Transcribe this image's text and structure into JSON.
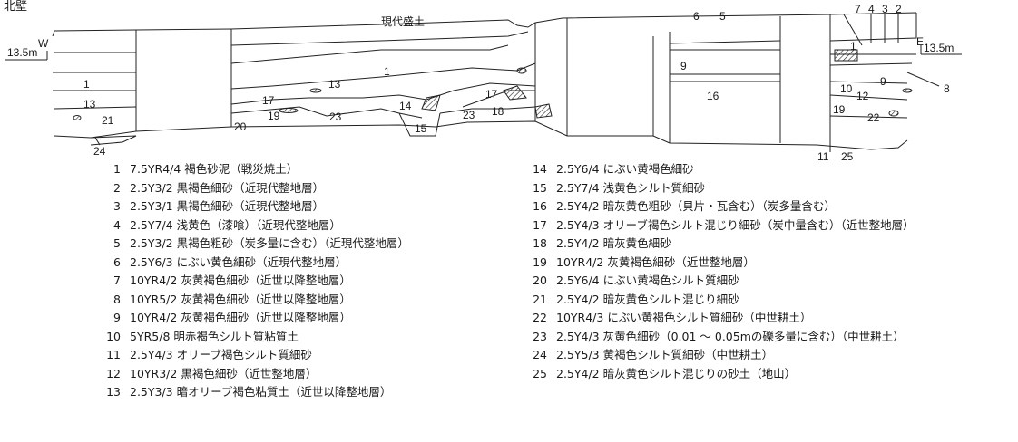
{
  "corner_label": "北壁",
  "section": {
    "west_label": "W",
    "east_label": "E",
    "elev_left": "13.5m",
    "elev_right": "13.5m",
    "top_label": "現代盛土",
    "layer_numbers": {
      "n1a": "1",
      "n1b": "1",
      "n1c": "1",
      "n13a": "13",
      "n13b": "13",
      "n21": "21",
      "n24": "24",
      "n20": "20",
      "n19a": "19",
      "n17a": "17",
      "n23a": "23",
      "n14": "14",
      "n15": "15",
      "n17b": "17",
      "n18": "18",
      "n23b": "23",
      "n6": "6",
      "n5": "5",
      "n9a": "9",
      "n16": "16",
      "n7": "7",
      "n4": "4",
      "n3": "3",
      "n2": "2",
      "n9b": "9",
      "n10": "10",
      "n12": "12",
      "n8": "8",
      "n19b": "19",
      "n22": "22",
      "n11": "11",
      "n25": "25"
    }
  },
  "legend_left": [
    {
      "no": "1",
      "text": "7.5YR4/4 褐色砂泥（戦災焼土）"
    },
    {
      "no": "2",
      "text": "2.5Y3/2 黒褐色細砂（近現代整地層）"
    },
    {
      "no": "3",
      "text": "2.5Y3/1 黒褐色細砂（近現代整地層）"
    },
    {
      "no": "4",
      "text": "2.5Y7/4 浅黄色（漆喰）（近現代整地層）"
    },
    {
      "no": "5",
      "text": "2.5Y3/2 黒褐色粗砂（炭多量に含む）（近現代整地層）"
    },
    {
      "no": "6",
      "text": "2.5Y6/3 にぶい黄色細砂（近現代整地層）"
    },
    {
      "no": "7",
      "text": "10YR4/2 灰黄褐色細砂（近世以降整地層）"
    },
    {
      "no": "8",
      "text": "10YR5/2 灰黄褐色細砂（近世以降整地層）"
    },
    {
      "no": "9",
      "text": "10YR4/2 灰黄褐色細砂（近世以降整地層）"
    },
    {
      "no": "10",
      "text": "5YR5/8 明赤褐色シルト質粘質土"
    },
    {
      "no": "11",
      "text": "2.5Y4/3 オリーブ褐色シルト質細砂"
    },
    {
      "no": "12",
      "text": "10YR3/2 黒褐色細砂（近世整地層）"
    },
    {
      "no": "13",
      "text": "2.5Y3/3 暗オリーブ褐色粘質土（近世以降整地層）"
    }
  ],
  "legend_right": [
    {
      "no": "14",
      "text": "2.5Y6/4 にぶい黄褐色細砂"
    },
    {
      "no": "15",
      "text": "2.5Y7/4 浅黄色シルト質細砂"
    },
    {
      "no": "16",
      "text": "2.5Y4/2 暗灰黄色粗砂（貝片・瓦含む）（炭多量含む）"
    },
    {
      "no": "17",
      "text": "2.5Y4/3 オリーブ褐色シルト混じり細砂（炭中量含む）（近世整地層）"
    },
    {
      "no": "18",
      "text": "2.5Y4/2 暗灰黄色細砂"
    },
    {
      "no": "19",
      "text": "10YR4/2 灰黄褐色細砂（近世整地層）"
    },
    {
      "no": "20",
      "text": "2.5Y6/4 にぶい黄褐色シルト質細砂"
    },
    {
      "no": "21",
      "text": "2.5Y4/2 暗灰黄色シルト混じり細砂"
    },
    {
      "no": "22",
      "text": "10YR4/3 にぶい黄褐色シルト質細砂（中世耕土）"
    },
    {
      "no": "23",
      "text": "2.5Y4/3 灰黄色細砂（0.01 ～ 0.05mの礫多量に含む）（中世耕土）"
    },
    {
      "no": "24",
      "text": "2.5Y5/3 黄褐色シルト質細砂（中世耕土）"
    },
    {
      "no": "25",
      "text": "2.5Y4/2 暗灰黄色シルト混じりの砂土（地山）"
    }
  ]
}
